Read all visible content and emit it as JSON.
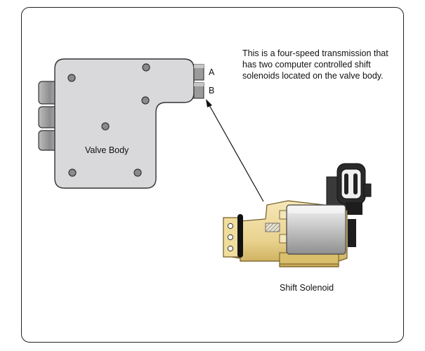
{
  "caption": "This is a four-speed transmission that has two computer controlled shift solenoids located on the valve body.",
  "labels": {
    "valve_body": "Valve Body",
    "solenoid_a": "A",
    "solenoid_b": "B",
    "shift_solenoid": "Shift Solenoid"
  },
  "colors": {
    "valve_body_fill": "#d9d9db",
    "solenoid_brass": "#eed99a",
    "solenoid_can": "#c9c9c9",
    "connector": "#2a2a2a"
  }
}
